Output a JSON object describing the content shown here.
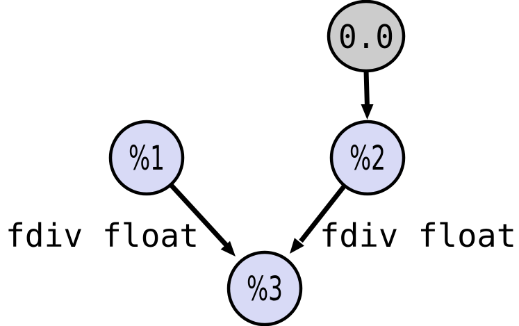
{
  "diagram": {
    "type": "dataflow-graph",
    "description": "SSA value dependence graph with a constant feeding %2, and %1 and %2 combined into %3 via fdiv",
    "nodes": [
      {
        "id": "const-0-0",
        "label": "0.0",
        "kind": "constant",
        "fill": "#cccccc"
      },
      {
        "id": "v1",
        "label": "%1",
        "kind": "value",
        "fill": "#d8daf6"
      },
      {
        "id": "v2",
        "label": "%2",
        "kind": "value",
        "fill": "#d8daf6"
      },
      {
        "id": "v3",
        "label": "%3",
        "kind": "value",
        "fill": "#d8daf6"
      }
    ],
    "edges": [
      {
        "from": "0.0",
        "to": "%2",
        "label": ""
      },
      {
        "from": "%1",
        "to": "%3",
        "label": "fdiv float"
      },
      {
        "from": "%2",
        "to": "%3",
        "label": "fdiv float"
      }
    ],
    "colors": {
      "stroke": "#000000",
      "constant_fill": "#cccccc",
      "value_fill": "#d8daf6",
      "text": "#000000",
      "background": "#ffffff"
    }
  }
}
